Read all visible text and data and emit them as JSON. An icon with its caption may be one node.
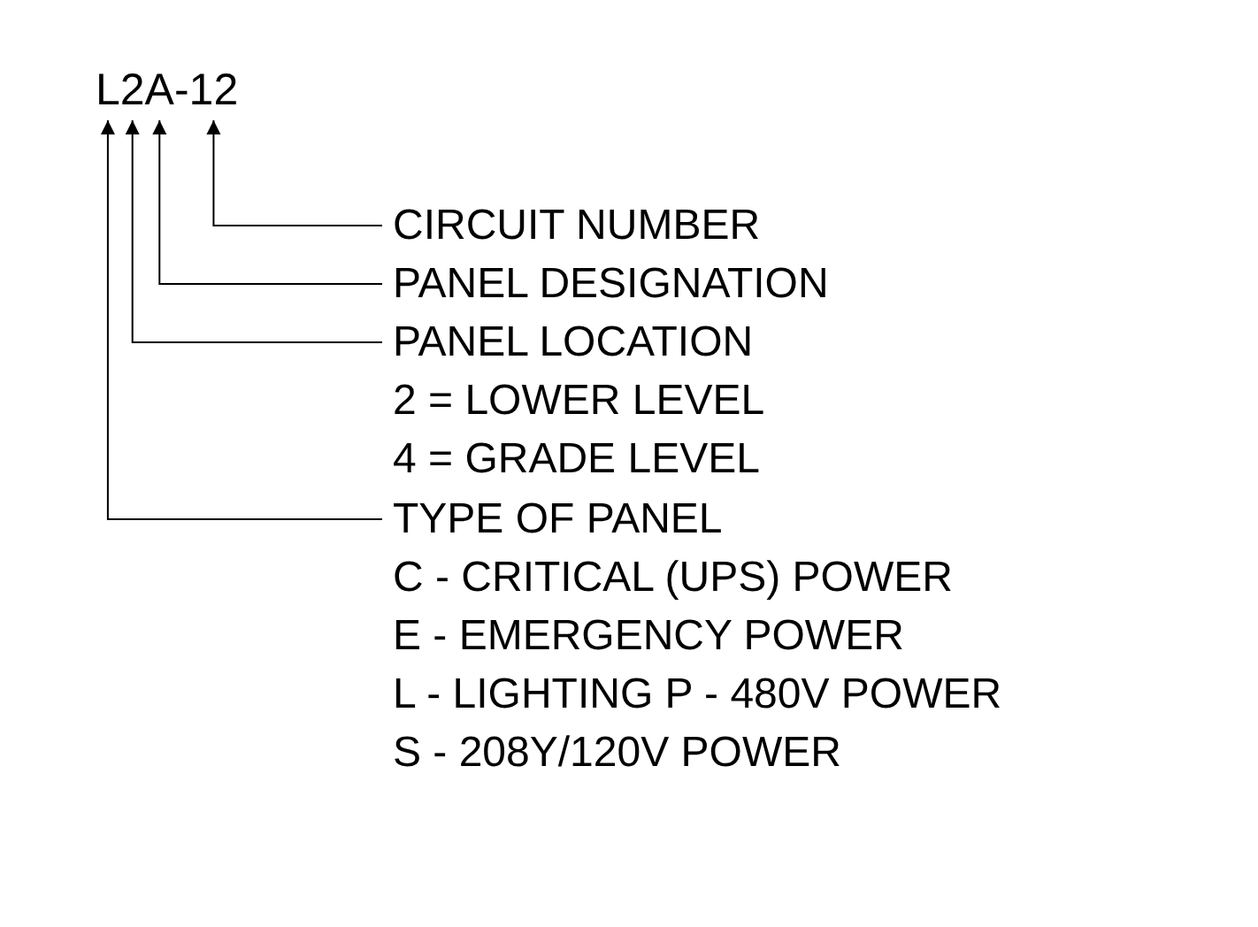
{
  "diagram": {
    "nodes": [
      {
        "text": [
          "L2A-12"
        ]
      },
      {
        "text": [
          "CIRCUIT NUMBER"
        ]
      },
      {
        "text": [
          "PANEL DESIGNATION"
        ]
      },
      {
        "text": [
          "PANEL LOCATION",
          "2 = LOWER LEVEL",
          "4 = GRADE LEVEL"
        ]
      },
      {
        "text": [
          "TYPE OF PANEL",
          "C - CRITICAL (UPS) POWER",
          "E - EMERGENCY POWER",
          "L - LIGHTING P - 480V POWER",
          "S - 208Y/120V POWER"
        ]
      }
    ],
    "edges": [
      {
        "from": 1,
        "to": 0,
        "arrow": "to"
      },
      {
        "from": 2,
        "to": 0,
        "arrow": "to"
      },
      {
        "from": 3,
        "to": 0,
        "arrow": "to"
      },
      {
        "from": 4,
        "to": 0,
        "arrow": "to"
      }
    ]
  }
}
